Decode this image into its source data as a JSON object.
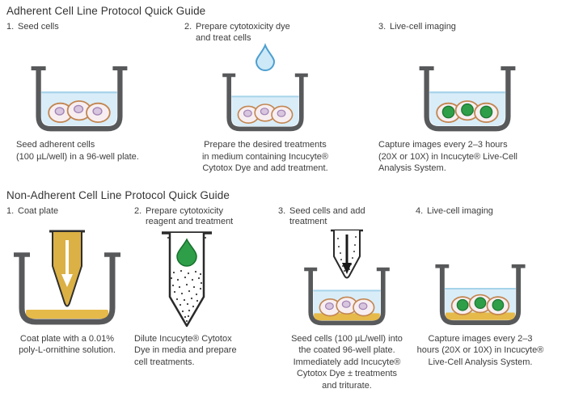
{
  "colors": {
    "well_wall": "#58595b",
    "liquid_blue": "#d9edf8",
    "liquid_surface": "#a6d3ea",
    "cell_body": "#f7eef1",
    "cell_outline": "#c28550",
    "nucleus_purple": "#d8c5de",
    "nucleus_purple_outline": "#a083b5",
    "stain_green": "#2f9e49",
    "coating_gold": "#e6ba4a",
    "coating_tube_amber": "#dbb044",
    "droplet_fill": "#cde9f7",
    "droplet_outline": "#4d9fd0",
    "tube_outline": "#2a2a2a",
    "text": "#3d3d3d"
  },
  "sections": [
    {
      "title": "Adherent Cell Line Protocol Quick Guide",
      "steps": [
        {
          "number": "1.",
          "title": [
            "Seed cells"
          ],
          "icon": "well-with-adherent-cells",
          "caption": [
            "Seed adherent cells",
            "(100 µL/well) in a 96-well plate."
          ]
        },
        {
          "number": "2.",
          "title": [
            "Prepare cytotoxicity dye",
            "and treat cells"
          ],
          "icon": "dye-droplet-over-well",
          "caption": [
            "Prepare the desired treatments",
            "in medium containing Incucyte®",
            "Cytotox Dye and add treatment."
          ]
        },
        {
          "number": "3.",
          "title": [
            "Live-cell imaging"
          ],
          "icon": "well-with-green-stained-cells",
          "caption": [
            "Capture images every 2–3 hours",
            "(20X or 10X) in Incucyte® Live-Cell",
            "Analysis System."
          ]
        }
      ]
    },
    {
      "title": "Non-Adherent Cell Line Protocol Quick Guide",
      "steps": [
        {
          "number": "1.",
          "title": [
            "Coat plate"
          ],
          "icon": "coating-pipette-over-well",
          "caption": [
            "Coat plate with a 0.01%",
            "poly-L-ornithine solution."
          ]
        },
        {
          "number": "2.",
          "title": [
            "Prepare cytotoxicity",
            "reagent and treatment"
          ],
          "icon": "conical-tube-with-green-dye",
          "caption": [
            "Dilute Incucyte® Cytotox",
            "Dye in media and prepare",
            "cell treatments."
          ]
        },
        {
          "number": "3.",
          "title": [
            "Seed cells and add",
            "treatment"
          ],
          "icon": "tube-dispensing-into-coated-well",
          "caption": [
            "Seed cells (100 µL/well) into",
            "the coated 96-well plate.",
            "Immediately add Incucyte®",
            "Cytotox Dye ± treatments",
            "and triturate."
          ]
        },
        {
          "number": "4.",
          "title": [
            "Live-cell imaging"
          ],
          "icon": "coated-well-with-green-stained-cells",
          "caption": [
            "Capture images every 2–3",
            "hours (20X or 10X) in Incucyte®",
            "Live-Cell Analysis System."
          ]
        }
      ]
    }
  ]
}
